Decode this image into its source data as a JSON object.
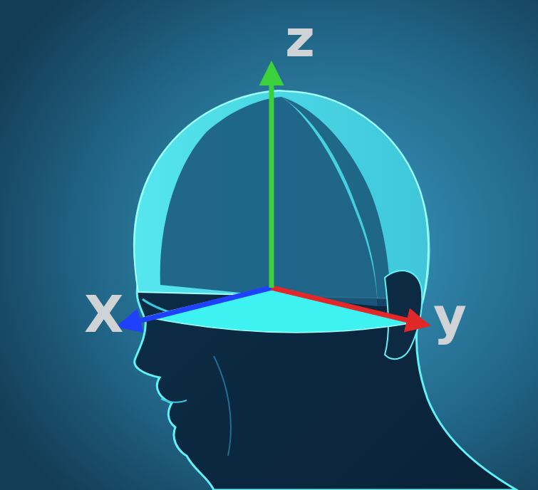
{
  "diagram": {
    "labels": [
      "z",
      "X",
      "y"
    ]
  }
}
